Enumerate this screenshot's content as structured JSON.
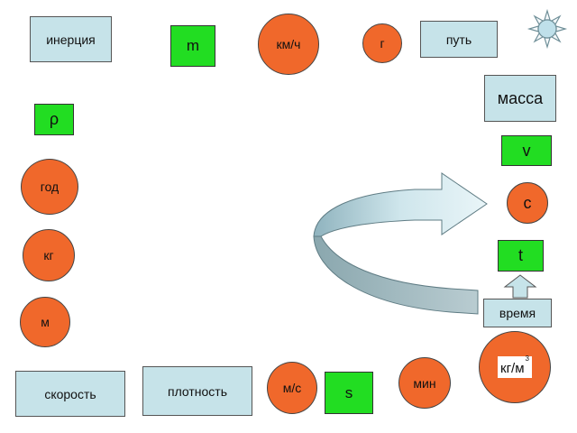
{
  "terms": {
    "inertia": "инерция",
    "path": "путь",
    "mass": "масса",
    "time": "время",
    "speed": "скорость",
    "density": "плотность"
  },
  "symbols": {
    "m": "m",
    "rho": "ρ",
    "v": "v",
    "t": "t",
    "s": "s"
  },
  "units": {
    "kmh": "км/ч",
    "g": "г",
    "year": "год",
    "kg": "кг",
    "m": "м",
    "ms": "м/с",
    "min": "мин",
    "sec": "с",
    "kgm3": "кг/м",
    "kgm3_exp": "3"
  },
  "icons": {
    "sun": "sun-icon",
    "curved_arrow": "curved-arrow-icon",
    "up_arrow": "up-arrow-icon"
  },
  "colors": {
    "term_fill": "#c6e3e9",
    "symbol_fill": "#22dd22",
    "unit_fill": "#f0682b"
  }
}
